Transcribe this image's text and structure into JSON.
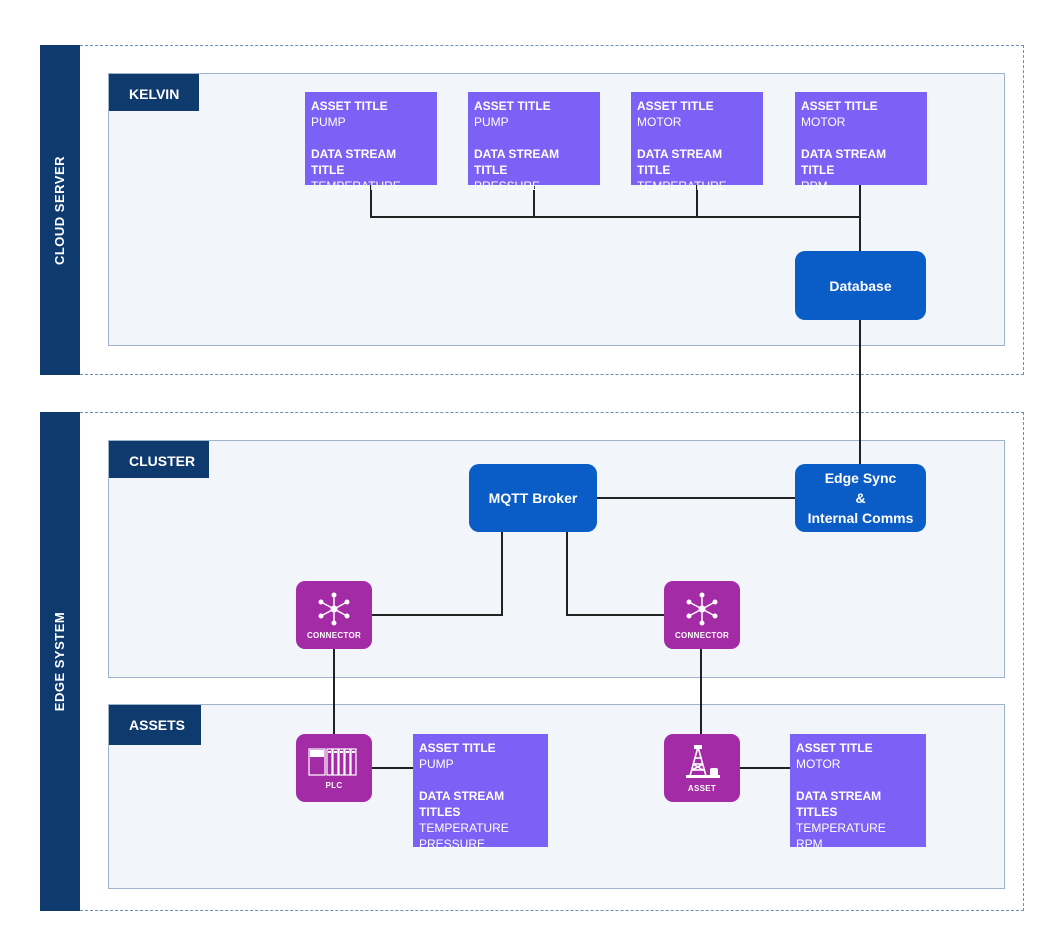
{
  "cloud": {
    "label": "CLOUD SERVER",
    "kelvin": {
      "tag": "KELVIN",
      "cards": [
        {
          "asset_heading": "ASSET TITLE",
          "asset": "PUMP",
          "stream_heading": "DATA STREAM TITLE",
          "stream": "TEMPERATURE"
        },
        {
          "asset_heading": "ASSET TITLE",
          "asset": "PUMP",
          "stream_heading": "DATA STREAM TITLE",
          "stream": "PRESSURE"
        },
        {
          "asset_heading": "ASSET TITLE",
          "asset": "MOTOR",
          "stream_heading": "DATA STREAM TITLE",
          "stream": "TEMPERATURE"
        },
        {
          "asset_heading": "ASSET TITLE",
          "asset": "MOTOR",
          "stream_heading": "DATA STREAM TITLE",
          "stream": "RPM"
        }
      ],
      "database": "Database"
    }
  },
  "edge": {
    "label": "EDGE SYSTEM",
    "cluster": {
      "tag": "CLUSTER",
      "mqtt": "MQTT Broker",
      "sync_line1": "Edge Sync",
      "sync_line2": "&",
      "sync_line3": "Internal Comms",
      "connector_left": "CONNECTOR",
      "connector_right": "CONNECTOR"
    },
    "assets": {
      "tag": "ASSETS",
      "plc": "PLC",
      "asset_device": "ASSET",
      "card_left": {
        "asset_heading": "ASSET TITLE",
        "asset": "PUMP",
        "stream_heading": "DATA STREAM TITLES",
        "stream1": "TEMPERATURE",
        "stream2": "PRESSURE"
      },
      "card_right": {
        "asset_heading": "ASSET TITLE",
        "asset": "MOTOR",
        "stream_heading": "DATA STREAM TITLES",
        "stream1": "TEMPERATURE",
        "stream2": "RPM"
      }
    }
  },
  "colors": {
    "navy": "#0f3a6e",
    "card_purple": "#7b61f5",
    "node_blue": "#0a5cc7",
    "device_magenta": "#a42ba6",
    "connector_line": "#222222"
  }
}
